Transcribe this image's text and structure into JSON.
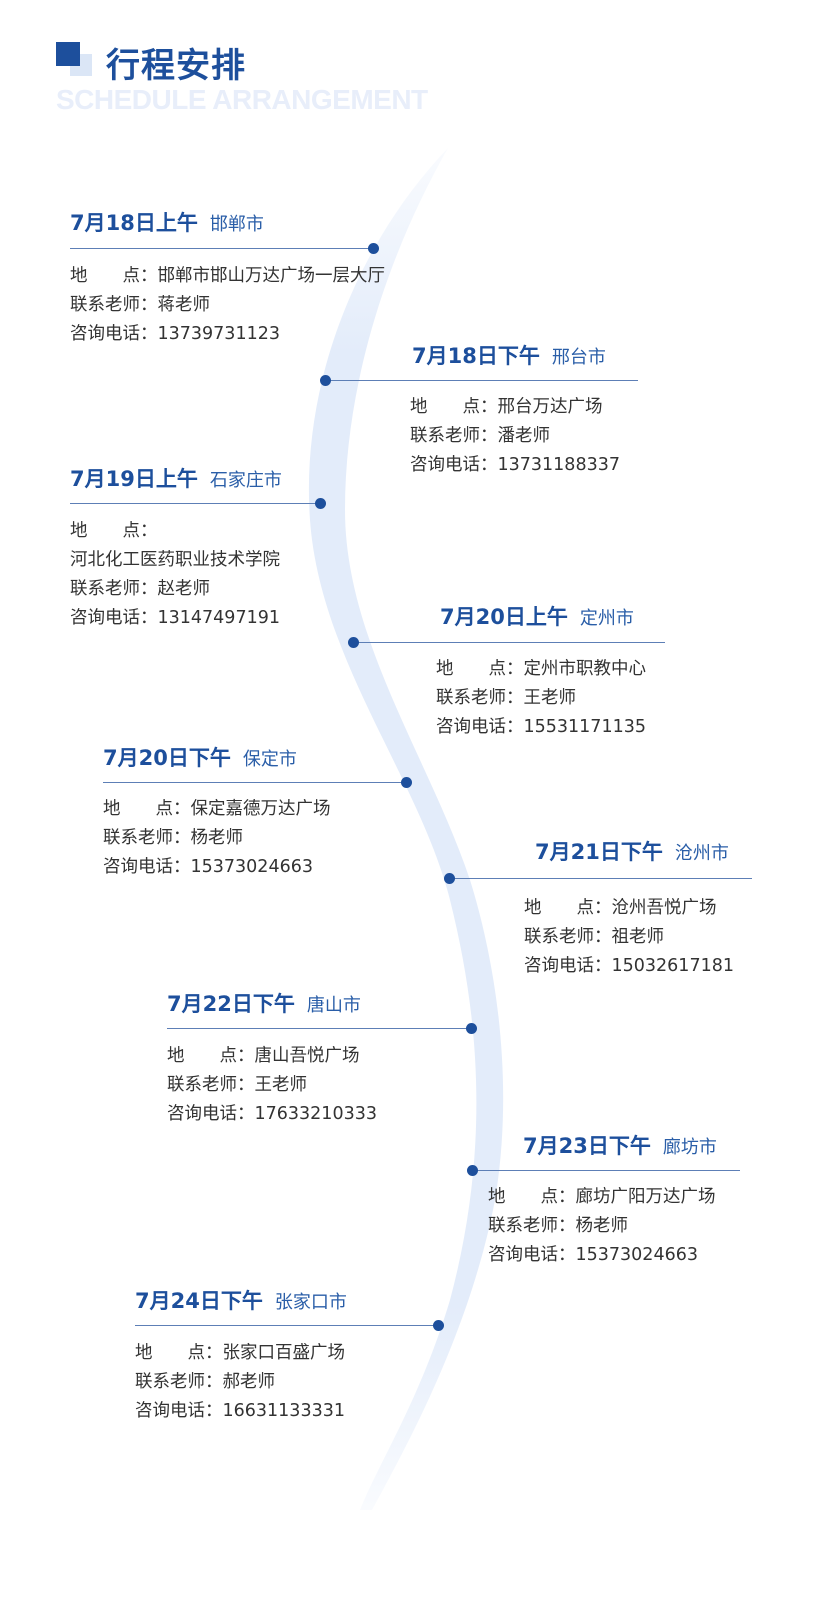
{
  "header": {
    "title": "行程安排",
    "subtitle": "SCHEDULE ARRANGEMENT"
  },
  "labels": {
    "place": "地　　点：",
    "teacher": "联系老师：",
    "phone": "咨询电话："
  },
  "events": [
    {
      "date": "7月18日上午",
      "city": "邯郸市",
      "place": "邯郸市邯山万达广场一层大厅",
      "teacher": "蒋老师",
      "phone": "13739731123"
    },
    {
      "date": "7月18日下午",
      "city": "邢台市",
      "place": "邢台万达广场",
      "teacher": "潘老师",
      "phone": "13731188337"
    },
    {
      "date": "7月19日上午",
      "city": "石家庄市",
      "place": "河北化工医药职业技术学院",
      "teacher": "赵老师",
      "phone": "13147497191"
    },
    {
      "date": "7月20日上午",
      "city": "定州市",
      "place": "定州市职教中心",
      "teacher": "王老师",
      "phone": "15531171135"
    },
    {
      "date": "7月20日下午",
      "city": "保定市",
      "place": "保定嘉德万达广场",
      "teacher": "杨老师",
      "phone": "15373024663"
    },
    {
      "date": "7月21日下午",
      "city": "沧州市",
      "place": "沧州吾悦广场",
      "teacher": "祖老师",
      "phone": "15032617181"
    },
    {
      "date": "7月22日下午",
      "city": "唐山市",
      "place": "唐山吾悦广场",
      "teacher": "王老师",
      "phone": "17633210333"
    },
    {
      "date": "7月23日下午",
      "city": "廊坊市",
      "place": "廊坊广阳万达广场",
      "teacher": "杨老师",
      "phone": "15373024663"
    },
    {
      "date": "7月24日下午",
      "city": "张家口市",
      "place": "张家口百盛广场",
      "teacher": "郝老师",
      "phone": "16631133331"
    }
  ],
  "colors": {
    "accent": "#1d4f9c",
    "ribbon": "#e3ecfa"
  }
}
